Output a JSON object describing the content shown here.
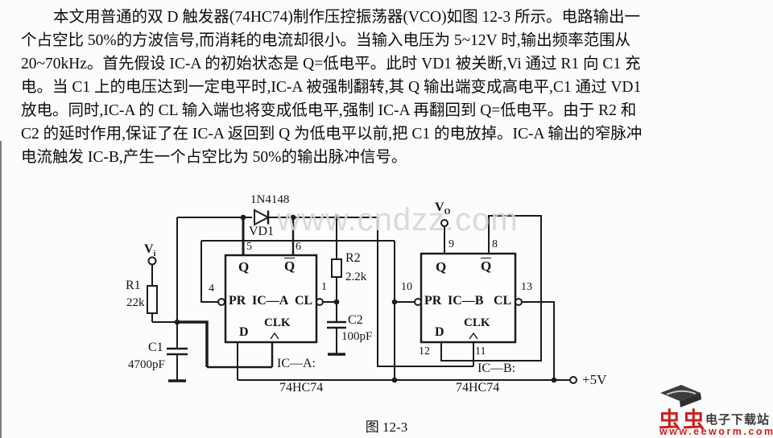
{
  "article": {
    "lines": [
      "本文用普通的双 D 触发器(74HC74)制作压控振荡器(VCO)如图 12-3 所示。电路输出一",
      "个占空比 50%的方波信号,而消耗的电流却很小。当输入电压为 5~12V 时,输出频率范围从",
      "20~70kHz。首先假设 IC-A 的初始状态是 Q=低电平。此时 VD1 被关断,Vi 通过 R1 向 C1 充",
      "电。当 C1 上的电压达到一定电平时,IC-A 被强制翻转,其 Q 输出端变成高电平,C1 通过 VD1",
      "放电。同时,IC-A 的 CL 输入端也将变成低电平,强制 IC-A 再翻回到 Q=低电平。由于 R2 和",
      "C2 的延时作用,保证了在 IC-A 返回到 Q 为低电平以前,把 C1 的电放掉。IC-A 输出的窄脉冲",
      "电流触发 IC-B,产生一个占空比为 50%的输出脉冲信号。"
    ]
  },
  "schematic": {
    "v_in": {
      "base": "V",
      "sub": "i"
    },
    "v_out": {
      "base": "V",
      "sub": "O"
    },
    "supply": "+5V",
    "r1": {
      "ref": "R1",
      "value": "22k"
    },
    "c1": {
      "ref": "C1",
      "value": "4700pF"
    },
    "r2": {
      "ref": "R2",
      "value": "2.2k"
    },
    "c2": {
      "ref": "C2",
      "value": "100pF"
    },
    "diode": {
      "part": "1N4148",
      "ref": "VD1"
    },
    "ic_a": {
      "q": "Q",
      "qbar": "Q",
      "pr": "PR",
      "name": "IC—A",
      "cl": "CL",
      "clk": "CLK",
      "d": "D",
      "pin_q": "5",
      "pin_qbar": "6",
      "pin_pr": "4",
      "pin_cl": "1",
      "half": "IC—A:",
      "chip": "74HC74"
    },
    "ic_b": {
      "q": "Q",
      "qbar": "Q",
      "pr": "PR",
      "name": "IC—B",
      "cl": "CL",
      "clk": "CLK",
      "d": "D",
      "pin_q": "9",
      "pin_qbar": "8",
      "pin_pr": "10",
      "pin_cl": "13",
      "pin_d": "12",
      "pin_clk": "11",
      "half": "IC—B:",
      "chip": "74HC74"
    }
  },
  "figure": {
    "caption": "图 12-3"
  },
  "watermark": "www.cndzz.com",
  "logo": {
    "brand": "虫虫",
    "site": "电子下载站",
    "url": "www.eeworm.com"
  }
}
